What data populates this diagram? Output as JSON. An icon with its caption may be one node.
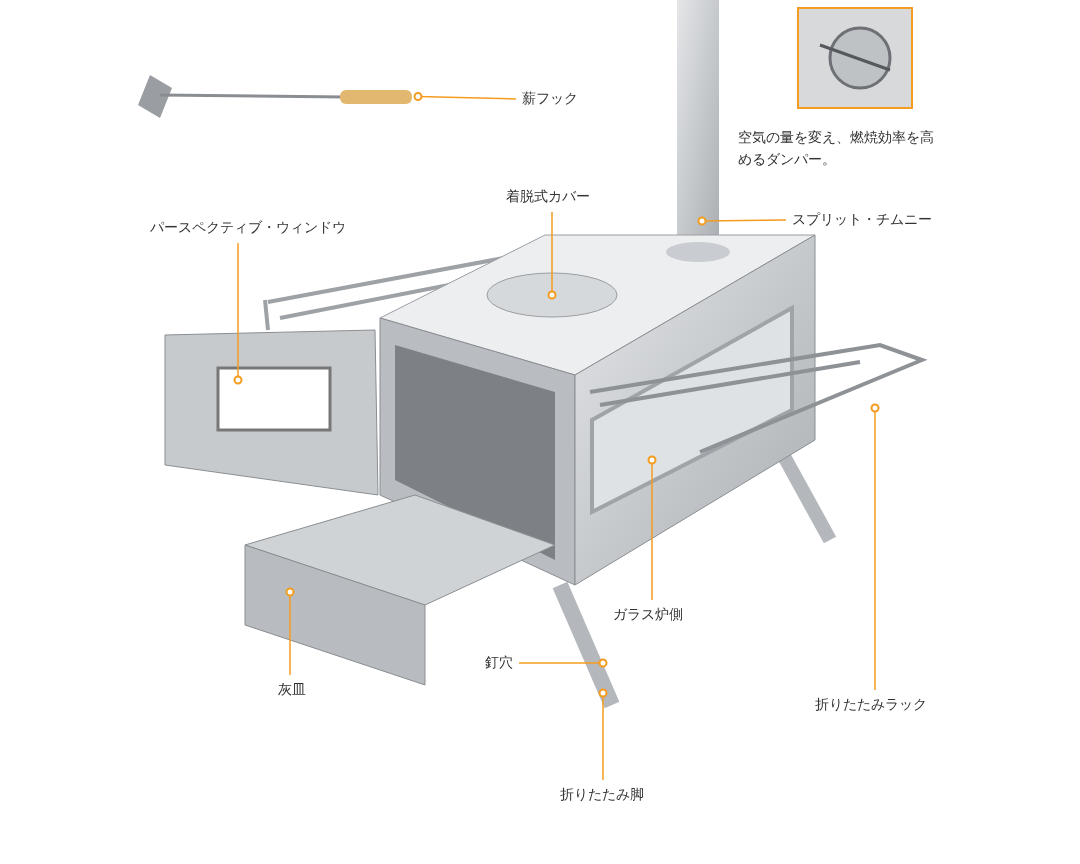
{
  "diagram": {
    "nodes": [
      {
        "text": [
          "薪フック"
        ]
      },
      {
        "text": [
          "着脱式カバー"
        ]
      },
      {
        "text": [
          "パースペクティブ・ウィンドウ"
        ]
      },
      {
        "text": [
          "スプリット・チムニー"
        ]
      },
      {
        "text": [
          "折りたたみラック"
        ]
      },
      {
        "text": [
          "ガラス炉側"
        ]
      },
      {
        "text": [
          "釘穴"
        ]
      },
      {
        "text": [
          "灰皿"
        ]
      },
      {
        "text": [
          "折りたたみ脚"
        ]
      },
      {
        "text": [],
        "shape": "picture"
      }
    ],
    "edges": [
      {
        "from": 0,
        "to": 9,
        "arrow": "other"
      },
      {
        "from": 1,
        "to": null,
        "arrow": "other"
      },
      {
        "from": 2,
        "to": null,
        "arrow": "other"
      },
      {
        "from": 3,
        "to": null,
        "arrow": "other"
      },
      {
        "from": 4,
        "to": null,
        "arrow": "other"
      },
      {
        "from": 5,
        "to": null,
        "arrow": "other"
      },
      {
        "from": 6,
        "to": null,
        "arrow": "other"
      },
      {
        "from": 7,
        "to": null,
        "arrow": "other"
      },
      {
        "from": 8,
        "to": null,
        "arrow": "other"
      }
    ],
    "labels": [
      "空気の量を変え、燃焼効率を高めるダンパー。"
    ]
  }
}
